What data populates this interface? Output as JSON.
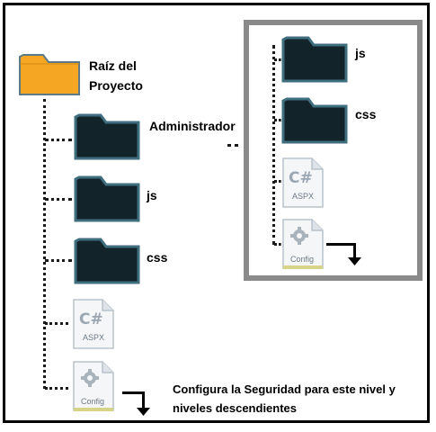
{
  "nodes": {
    "root": {
      "label_line1": "Raíz del",
      "label_line2": "Proyecto"
    },
    "admin": {
      "label": "Administrador"
    },
    "js": {
      "label": "js"
    },
    "css": {
      "label": "css"
    },
    "aspx": {
      "glyph": "C#",
      "caption": "ASPX"
    },
    "config": {
      "caption": "Config"
    }
  },
  "inset": {
    "js": {
      "label": "js"
    },
    "css": {
      "label": "css"
    },
    "aspx": {
      "glyph": "C#",
      "caption": "ASPX"
    },
    "config": {
      "caption": "Config"
    }
  },
  "note": {
    "line1": "Configura la Seguridad para este nivel y",
    "line2": "niveles descendientes"
  },
  "colors": {
    "root_folder": "#f5a623",
    "dark_folder": "#13232a",
    "folder_border": "#3f6e7f",
    "inset_border": "#8a8a8a"
  },
  "icons": [
    "folder-icon",
    "aspx-file-icon",
    "config-file-icon",
    "arrow-icon"
  ]
}
